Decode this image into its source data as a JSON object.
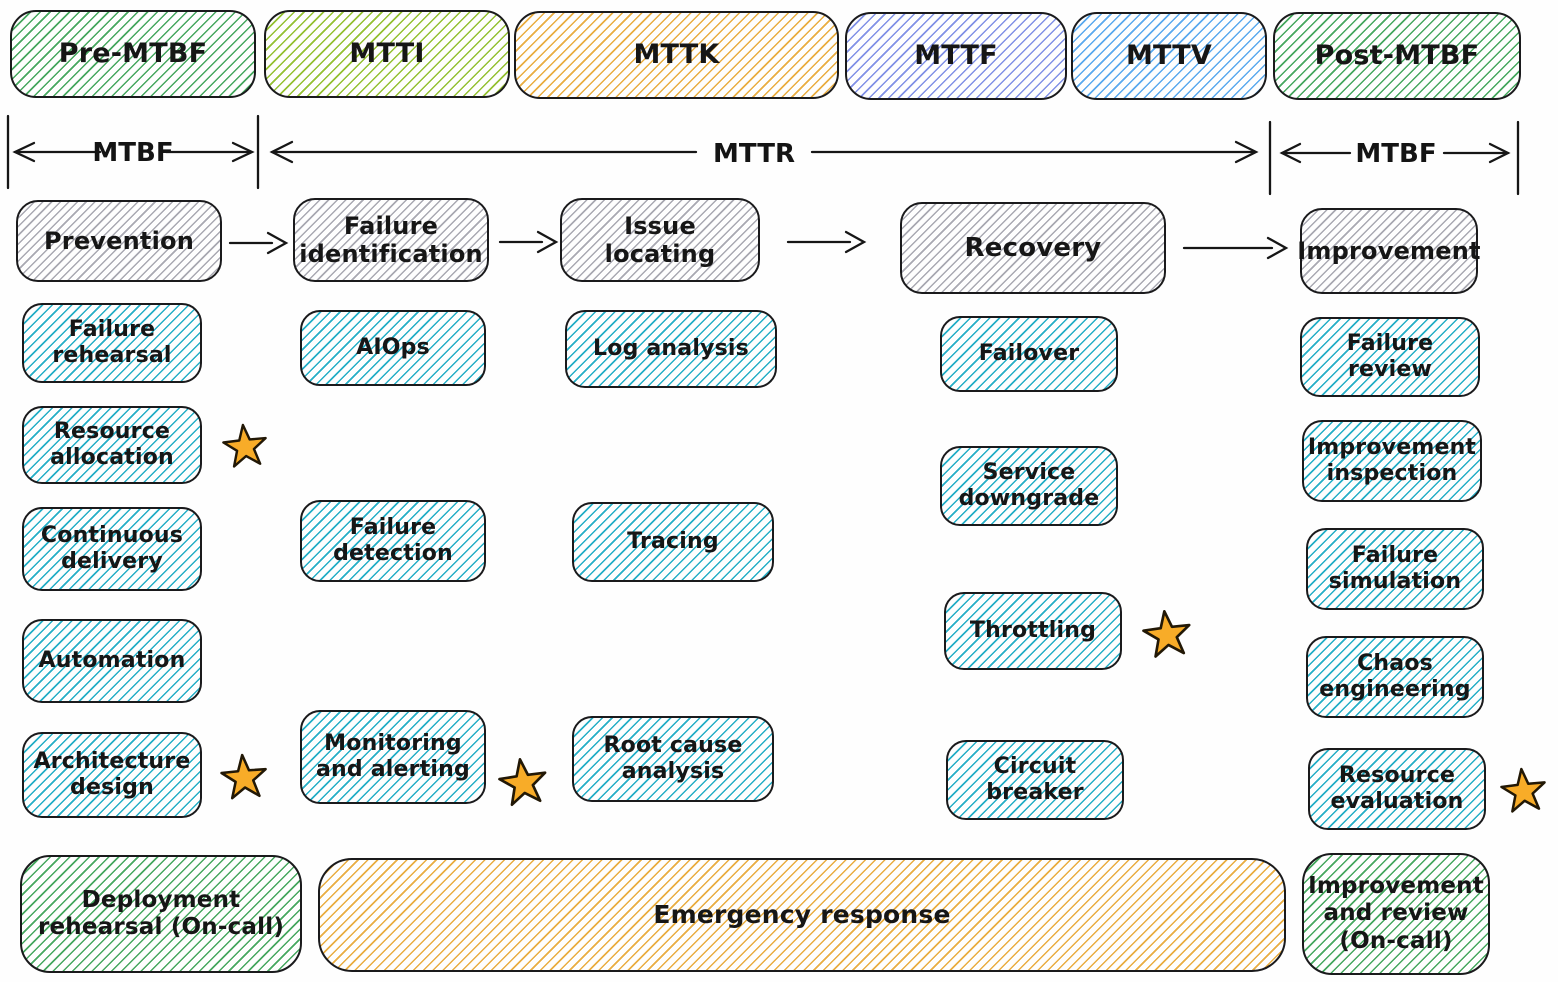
{
  "colors": {
    "green": "#46a75f",
    "lime": "#94c032",
    "yellow": "#e9ad41",
    "indigo": "#8191e6",
    "blue": "#5aa9ee",
    "teal": "#25aec6",
    "gray": "#a9a9b2",
    "star_fill": "#f8ac28",
    "ink": "#1a1a1c"
  },
  "timeline": {
    "blocks": [
      {
        "label": "Pre-MTBF",
        "color": "green"
      },
      {
        "label": "MTTI",
        "color": "lime"
      },
      {
        "label": "MTTK",
        "color": "yellow"
      },
      {
        "label": "MTTF",
        "color": "indigo"
      },
      {
        "label": "MTTV",
        "color": "blue"
      },
      {
        "label": "Post-MTBF",
        "color": "green"
      }
    ],
    "spans": [
      {
        "label": "MTBF"
      },
      {
        "label": "MTTR"
      },
      {
        "label": "MTBF"
      }
    ]
  },
  "phases": [
    {
      "label": "Prevention"
    },
    {
      "label": "Failure identification"
    },
    {
      "label": "Issue locating"
    },
    {
      "label": "Recovery"
    },
    {
      "label": "Improvement"
    }
  ],
  "practices": {
    "prevention": [
      {
        "label": "Failure rehearsal",
        "starred": false
      },
      {
        "label": "Resource allocation",
        "starred": true
      },
      {
        "label": "Continuous delivery",
        "starred": false
      },
      {
        "label": "Automation",
        "starred": false
      },
      {
        "label": "Architecture design",
        "starred": true
      }
    ],
    "failure_identification": [
      {
        "label": "AIOps",
        "starred": false
      },
      {
        "label": "Failure detection",
        "starred": false
      },
      {
        "label": "Monitoring and alerting",
        "starred": true
      }
    ],
    "issue_locating": [
      {
        "label": "Log analysis",
        "starred": false
      },
      {
        "label": "Tracing",
        "starred": false
      },
      {
        "label": "Root cause analysis",
        "starred": false
      }
    ],
    "recovery": [
      {
        "label": "Failover",
        "starred": false
      },
      {
        "label": "Service downgrade",
        "starred": false
      },
      {
        "label": "Throttling",
        "starred": true
      },
      {
        "label": "Circuit breaker",
        "starred": false
      }
    ],
    "improvement": [
      {
        "label": "Failure review",
        "starred": false
      },
      {
        "label": "Improvement inspection",
        "starred": false
      },
      {
        "label": "Failure simulation",
        "starred": false
      },
      {
        "label": "Chaos engineering",
        "starred": false
      },
      {
        "label": "Resource evaluation",
        "starred": true
      }
    ],
    "oncall": [
      {
        "label": "Deployment rehearsal (On-call)"
      },
      {
        "label": "Improvement and review (On-call)"
      }
    ],
    "banner": {
      "label": "Emergency response"
    }
  }
}
